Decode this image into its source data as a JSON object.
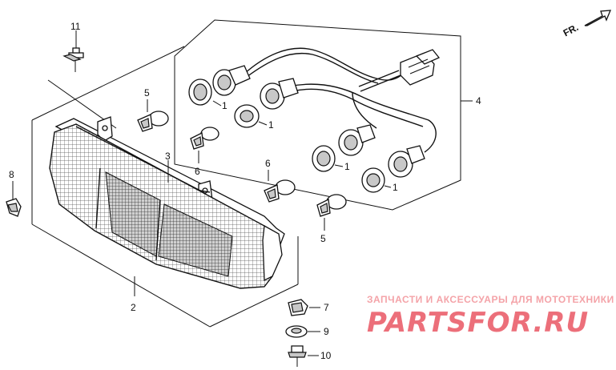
{
  "direction_label": "FR.",
  "callouts": {
    "c11": "11",
    "c5a": "5",
    "c3": "3",
    "c6a": "6",
    "c6b": "6",
    "c8": "8",
    "c4": "4",
    "c1a": "1",
    "c1b": "1",
    "c1c": "1",
    "c1d": "1",
    "c5b": "5",
    "c2": "2",
    "c7": "7",
    "c9": "9",
    "c10": "10"
  },
  "watermark": {
    "tagline": "ЗАПЧАСТИ И АКСЕССУАРЫ ДЛЯ МОТОТЕХНИКИ",
    "brand": "PARTSFOR.RU"
  },
  "colors": {
    "line": "#111111",
    "watermark_light": "#f4a3a8",
    "watermark_brand": "#ec6f7a"
  }
}
